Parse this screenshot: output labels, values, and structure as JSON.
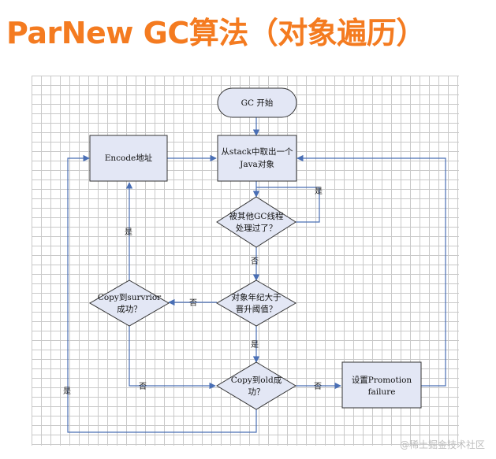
{
  "title": "ParNew GC算法（对象遍历）",
  "nodes": {
    "start": "GC 开始",
    "take_line1": "从stack中取出一个",
    "take_line2": "Java对象",
    "encode": "Encode地址",
    "claimed_line1": "被其他GC线程",
    "claimed_line2": "处理过了？",
    "age_line1": "对象年纪大于",
    "age_line2": "晋升阈值？",
    "survivor_line1": "Copy到survrior",
    "survivor_line2": "成功？",
    "old_line1": "Copy到old成",
    "old_line2": "功？",
    "promo_line1": "设置Promotion",
    "promo_line2": "failure"
  },
  "labels": {
    "yes": "是",
    "no": "否"
  },
  "colors": {
    "title": "#f47b20",
    "node_fill": "#e3e7f5",
    "stroke": "#333333",
    "connector": "#4a6fb5"
  },
  "watermark": "@稀土掘金技术社区"
}
